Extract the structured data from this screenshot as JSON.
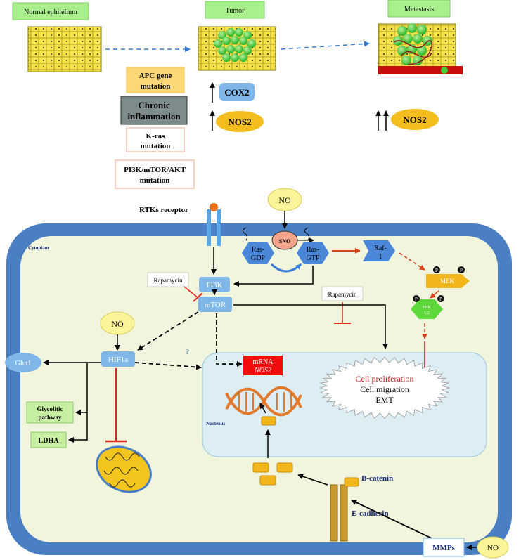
{
  "stages": {
    "normal": "Normal ephitelium",
    "tumor": "Tumor",
    "metastasis": "Metastasis"
  },
  "causes": {
    "apc_line1": "APC gene",
    "apc_line2": "mutation",
    "chronic_line1": "Chronic",
    "chronic_line2": "inflammation",
    "kras_line1": "K-ras",
    "kras_line2": "mutation",
    "pi3k_line1": "PI3K/mTOR/AKT",
    "pi3k_line2": "mutation"
  },
  "tumor_markers": {
    "cox2": "COX2",
    "nos2": "NOS2"
  },
  "metastasis_markers": {
    "nos2": "NOS2"
  },
  "receptor_label": "RTKs receptor",
  "cytoplasm_label": "Cytoplam",
  "nucleus_label": "Nucleous",
  "no_label": "NO",
  "sno_label": "SNO",
  "ras_gdp": {
    "line1": "Ras-",
    "line2": "GDP"
  },
  "ras_gtp": {
    "line1": "Ras-",
    "line2": "GTP"
  },
  "raf": {
    "line1": "Raf-",
    "line2": "1"
  },
  "mek": "MEK",
  "erk": {
    "line1": "ERK",
    "line2": "1/2"
  },
  "phospho": "P",
  "pi3k": "PI3K",
  "mtor": "mTOR",
  "rapamycin": "Rapamycin",
  "hif1a": "HIF1a",
  "glut1": "Glut1",
  "glycolytic": {
    "line1": "Glycolitic",
    "line2": "pathway"
  },
  "ldha": "LDHA",
  "mrna": {
    "line1": "mRNA",
    "line2": "NOS2"
  },
  "question": "?",
  "outcomes": {
    "proliferation": "Cell proliferation",
    "migration": "Cell migration",
    "emt": "EMT"
  },
  "bcatenin": "B-catenin",
  "ecadherin": "E-cadherin",
  "mmps": "MMPs",
  "colors": {
    "membrane": "#4a7fc4",
    "cytoplasm": "#f1f5dd",
    "nucleus": "#dcedf4",
    "node_blue": "#7fb7e8",
    "no_yellow": "#fbf59a",
    "inhibit_red": "#e0271f",
    "ras_arrow": "#d9441c"
  }
}
